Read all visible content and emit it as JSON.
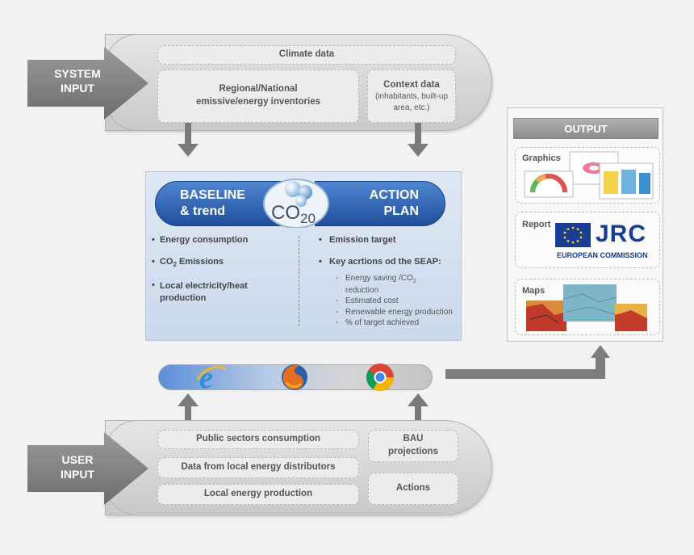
{
  "system_input": {
    "label_line1": "SYSTEM",
    "label_line2": "INPUT",
    "climate": "Climate data",
    "inventories": "Regional/National emissive/energy inventories",
    "context_title": "Context data",
    "context_detail": "(inhabitants, built-up area, etc.)"
  },
  "center": {
    "baseline_line1": "BASELINE",
    "baseline_line2": "& trend",
    "action_line1": "ACTION",
    "action_line2": "PLAN",
    "logo_text": "CO",
    "logo_sub": "20",
    "left_items": [
      "Energy consumption",
      "CO",
      "Local electricity/heat production"
    ],
    "co2_sub": "2",
    "co2_rest": " Emissions",
    "right_item1": "Emission target",
    "right_item2": "Key acrtions od the SEAP:",
    "sub_items": [
      "Energy saving /CO",
      "reduction",
      "Estimated cost",
      "Renewable energy production",
      "% of target achieved"
    ],
    "sub_co2": "2"
  },
  "output": {
    "title": "OUTPUT",
    "graphics": "Graphics",
    "report": "Report",
    "maps": "Maps",
    "jrc": "JRC",
    "commission": "EUROPEAN COMMISSION"
  },
  "user_input": {
    "label_line1": "USER",
    "label_line2": "INPUT",
    "public": "Public sectors consumption",
    "distributors": "Data from local energy distributors",
    "local_prod": "Local energy production",
    "bau_line1": "BAU",
    "bau_line2": "projections",
    "actions": "Actions"
  },
  "icons": {
    "browser1": "internet-explorer-icon",
    "browser2": "firefox-icon",
    "browser3": "chrome-icon"
  },
  "colors": {
    "blue": "#2a5caa",
    "gray_arrow": "#7f7f7f"
  }
}
